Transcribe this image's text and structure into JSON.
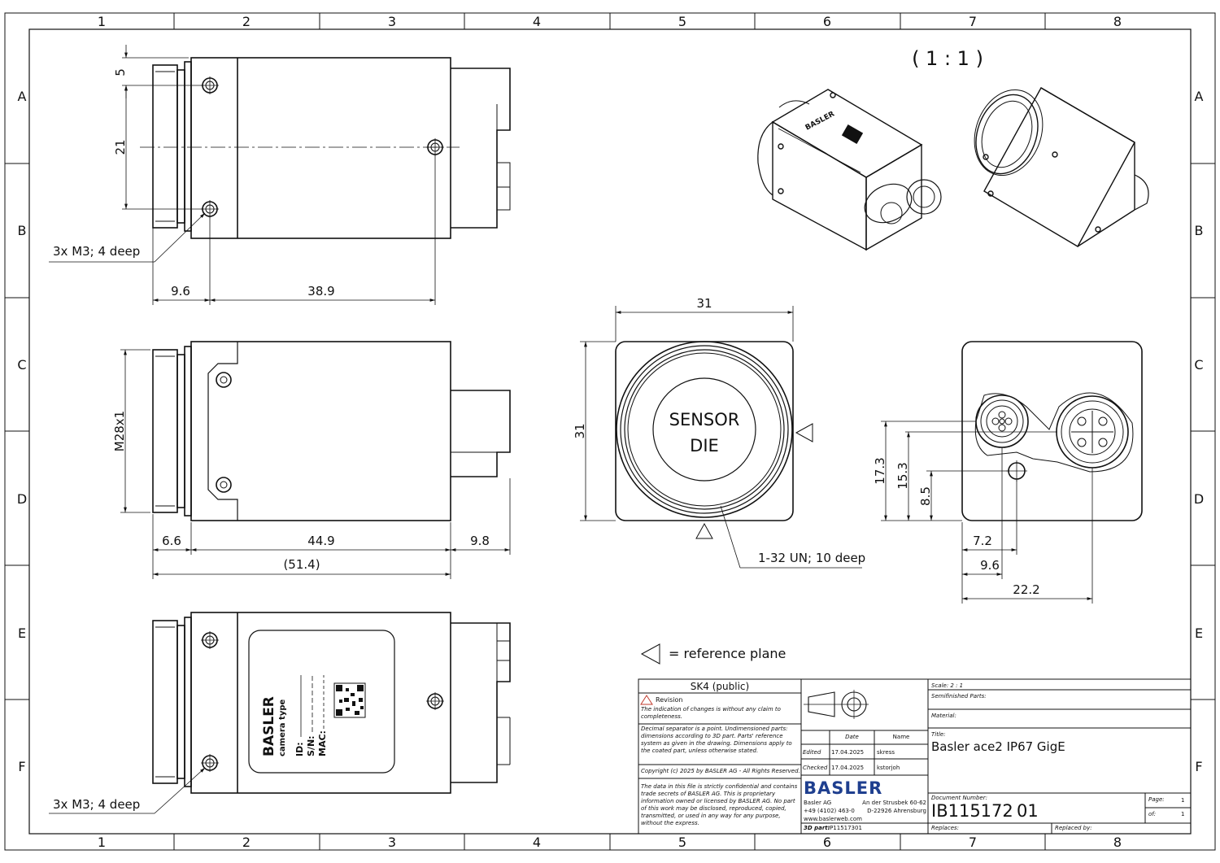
{
  "grid": {
    "columns": [
      "1",
      "2",
      "3",
      "4",
      "5",
      "6",
      "7",
      "8"
    ],
    "rows": [
      "A",
      "B",
      "C",
      "D",
      "E",
      "F"
    ]
  },
  "scale_note": "( 1 : 1 )",
  "views": {
    "top": {
      "dims": {
        "d5": "5",
        "d21": "21",
        "d96": "9.6",
        "d389": "38.9"
      },
      "note": "3x M3; 4 deep"
    },
    "side": {
      "dims": {
        "m28": "M28x1",
        "d66": "6.6",
        "d449": "44.9",
        "d98": "9.8",
        "d514": "(51.4)"
      }
    },
    "bottom": {
      "note": "3x M3; 4 deep",
      "label_brand": "BASLER",
      "label_type": "camera type",
      "label_id": "ID:",
      "label_sn": "S/N:",
      "label_mac": "MAC:"
    },
    "front": {
      "dims": {
        "w31": "31",
        "h31": "31"
      },
      "sensor_line1": "SENSOR",
      "sensor_line2": "DIE",
      "thread_note": "1-32 UN; 10 deep"
    },
    "back": {
      "dims": {
        "d173": "17.3",
        "d153": "15.3",
        "d85": "8.5",
        "d72": "7.2",
        "d96": "9.6",
        "d222": "22.2"
      }
    },
    "iso_brand": "BASLER"
  },
  "legend": {
    "text": "= reference plane"
  },
  "title_block": {
    "classification": "SK4 (public)",
    "revision_label": "Revision",
    "revision_text": "The indication of changes is without any claim to completeness.",
    "notes": "Decimal separator is a point. Undimensioned parts: dimensions according to 3D part. Parts' reference system as given in the drawing. Dimensions apply to the coated part, unless otherwise stated.",
    "copyright": "Copyright (c) 2025 by BASLER AG - All Rights Reserved.",
    "confidential": "The data in this file is strictly confidential and contains trade secrets of BASLER AG. This is proprietary information owned or licensed by BASLER AG. No part of this work may be disclosed, reproduced, copied, transmitted, or used in any way for any purpose, without the express.",
    "date_header": "Date",
    "name_header": "Name",
    "edited_label": "Edited",
    "edited_date": "17.04.2025",
    "edited_name": "skress",
    "checked_label": "Checked",
    "checked_date": "17.04.2025",
    "checked_name": "kstorjoh",
    "company_logo": "BASLER",
    "company_name": "Basler AG",
    "company_phone": "+49 (4102) 463-0",
    "company_web": "www.baslerweb.com",
    "company_street": "An der Strusbek 60-62",
    "company_city": "D-22926 Ahrensburg",
    "part_label": "3D part:",
    "part_value": "IP11517301",
    "scale": "Scale: 2 : 1",
    "semifinished": "Semifinished Parts:",
    "material": "Material:",
    "title_label": "Title:",
    "title": "Basler ace2 IP67 GigE",
    "docnum_label": "Document Number:",
    "docnum": "IB115172",
    "docrev": "01",
    "page_label": "Page:",
    "page": "1",
    "of_label": "of:",
    "of": "1",
    "replaces": "Replaces:",
    "replaced_by": "Replaced by:"
  }
}
